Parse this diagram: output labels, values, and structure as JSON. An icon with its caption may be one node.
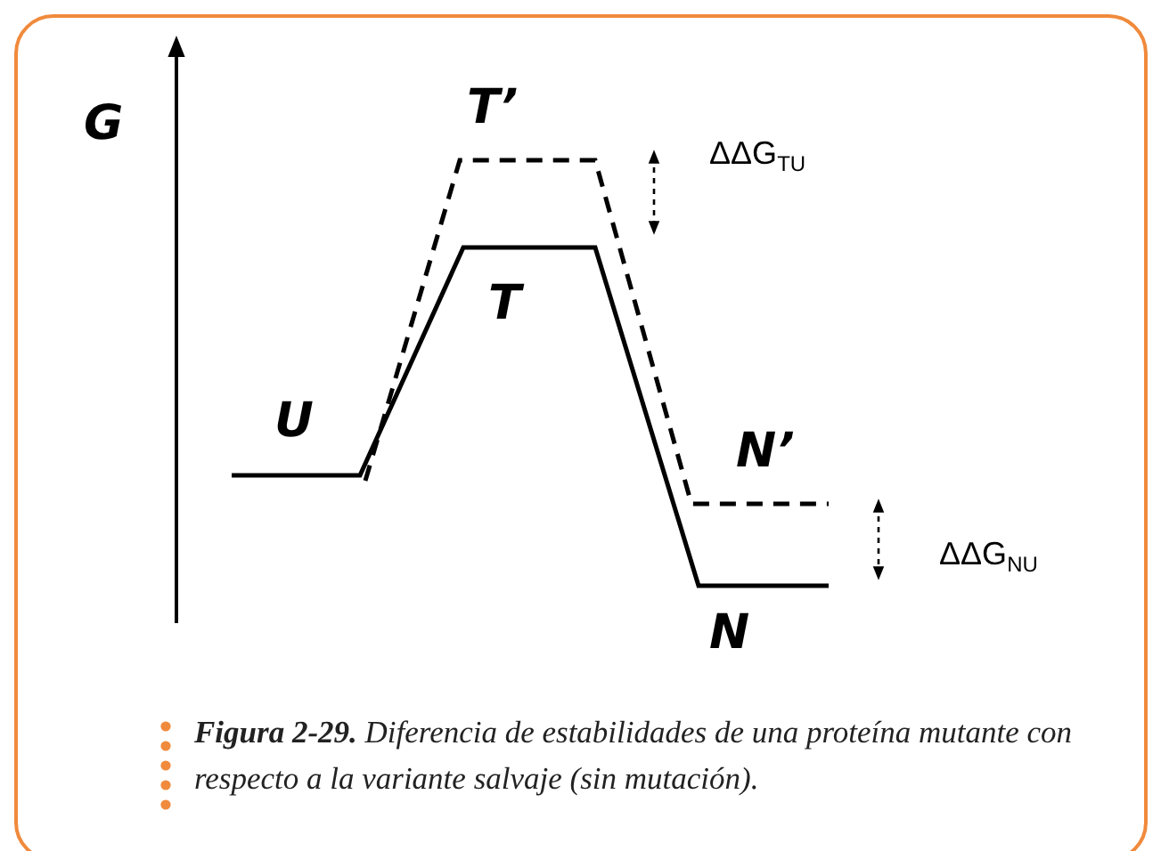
{
  "diagram": {
    "caption": "**Figura 2-29.** Diferencia de estabilidades de una proteína mutante con respecto a la variante salvaje (sin mutación).",
    "labels": [
      "G",
      "T’",
      "ΔΔG$_{TU}$",
      "T",
      "U",
      "N’",
      "ΔΔG$_{NU}$",
      "N"
    ]
  }
}
